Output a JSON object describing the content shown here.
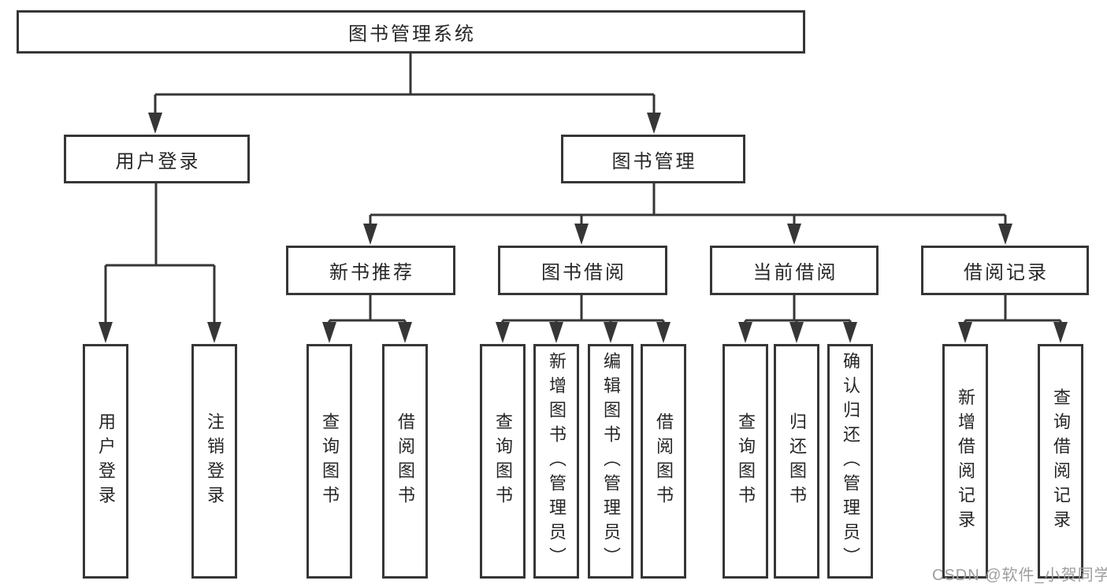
{
  "diagram": {
    "watermark": "CSDN @软件_小贺同学",
    "colors": {
      "line": "#363636",
      "text": "#262626",
      "box_background": "#ffffff",
      "watermark": "#9e9e9e"
    },
    "tree": {
      "label": "图书管理系统",
      "children": [
        {
          "label": "用户登录",
          "children": [
            {
              "label": "用户登录"
            },
            {
              "label": "注销登录"
            }
          ]
        },
        {
          "label": "图书管理",
          "children": [
            {
              "label": "新书推荐",
              "children": [
                {
                  "label": "查询图书"
                },
                {
                  "label": "借阅图书"
                }
              ]
            },
            {
              "label": "图书借阅",
              "children": [
                {
                  "label": "查询图书"
                },
                {
                  "label": "新增图书（管理员）"
                },
                {
                  "label": "编辑图书（管理员）"
                },
                {
                  "label": "借阅图书"
                }
              ]
            },
            {
              "label": "当前借阅",
              "children": [
                {
                  "label": "查询图书"
                },
                {
                  "label": "归还图书"
                },
                {
                  "label": "确认归还（管理员）"
                }
              ]
            },
            {
              "label": "借阅记录",
              "children": [
                {
                  "label": "新增借阅记录"
                },
                {
                  "label": "查询借阅记录"
                }
              ]
            }
          ]
        }
      ]
    }
  }
}
